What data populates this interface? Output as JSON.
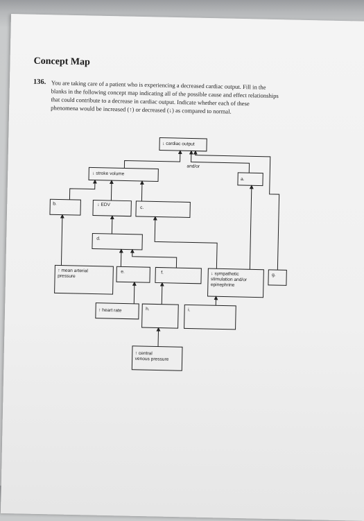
{
  "heading": "Concept Map",
  "question": {
    "number": "136.",
    "lines": [
      "You are taking care of a patient who is experiencing a decreased cardiac output. Fill in the",
      "blanks in the following concept map indicating all of the possible cause and effect relationships",
      "that could contribute to a decrease in cardiac output. Indicate whether each of these",
      "phenomena would be increased (↑) or decreased (↓) as compared to normal."
    ]
  },
  "concept_map": {
    "cardiac_output": "↓ cardiac output",
    "and_or": "and/or",
    "stroke_volume": "↓ stroke volume",
    "edv": "↓ EDV",
    "mean_arterial_pressure": [
      "↑ mean arterial",
      "pressure"
    ],
    "sympathetic": [
      "↓ sympathetic",
      "stimulation and/or",
      "epinephrine"
    ],
    "heart_rate": "↑ heart rate",
    "central_venous_pressure": [
      "↑ central",
      "venous pressure"
    ],
    "blanks": {
      "a": "a.",
      "b": "b.",
      "c": "c.",
      "d": "d.",
      "e": "e.",
      "f": "f.",
      "g": "g.",
      "h": "h.",
      "i": "i."
    }
  }
}
